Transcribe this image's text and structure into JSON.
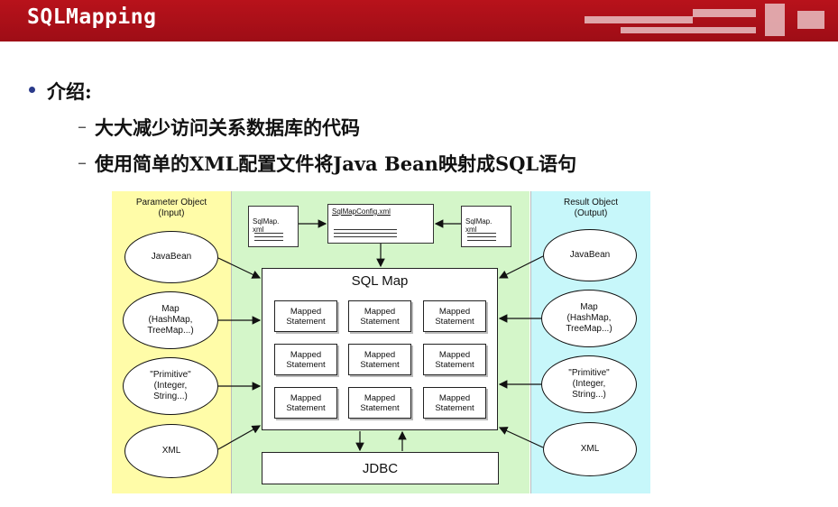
{
  "header": {
    "title": "SQLMapping"
  },
  "intro": {
    "heading": "介绍:",
    "items": [
      "大大减少访问关系数据库的代码",
      "使用简单的XML配置文件将Java Bean映射成SQL语句"
    ]
  },
  "diagram": {
    "left_panel": {
      "title": "Parameter Object\n(Input)",
      "items": [
        "JavaBean",
        "Map\n(HashMap,\nTreeMap...)",
        "\"Primitive\"\n(Integer,\nString...)",
        "XML"
      ]
    },
    "right_panel": {
      "title": "Result Object\n(Output)",
      "items": [
        "JavaBean",
        "Map\n(HashMap,\nTreeMap...)",
        "\"Primitive\"\n(Integer,\nString...)",
        "XML"
      ]
    },
    "config": {
      "left_doc": "SqlMap.\nxml",
      "center_doc": "SqlMapConfig.xml",
      "right_doc": "SqlMap.\nxml"
    },
    "sqlmap": {
      "title": "SQL Map",
      "statements": [
        "Mapped\nStatement",
        "Mapped\nStatement",
        "Mapped\nStatement",
        "Mapped\nStatement",
        "Mapped\nStatement",
        "Mapped\nStatement",
        "Mapped\nStatement",
        "Mapped\nStatement",
        "Mapped\nStatement"
      ]
    },
    "jdbc": "JDBC"
  }
}
